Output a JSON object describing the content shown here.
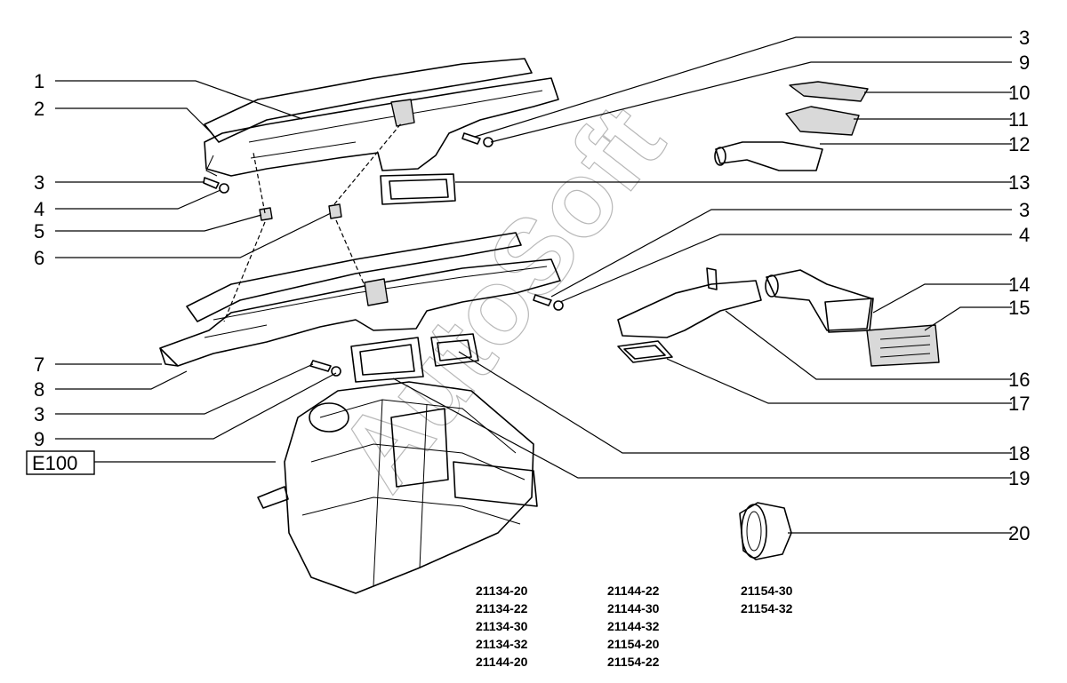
{
  "watermark": "AutoSoft",
  "callouts_left": [
    "1",
    "2",
    "3",
    "4",
    "5",
    "6",
    "7",
    "8",
    "3",
    "9"
  ],
  "callouts_right": [
    "3",
    "9",
    "10",
    "11",
    "12",
    "13",
    "3",
    "4",
    "14",
    "15",
    "16",
    "17",
    "18",
    "19",
    "20"
  ],
  "reference_box": "E100",
  "model_codes": {
    "col1": [
      "21134-20",
      "21134-22",
      "21134-30",
      "21134-32",
      "21144-20"
    ],
    "col2": [
      "21144-22",
      "21144-30",
      "21144-32",
      "21154-20",
      "21154-22"
    ],
    "col3": [
      "21154-30",
      "21154-32"
    ]
  }
}
